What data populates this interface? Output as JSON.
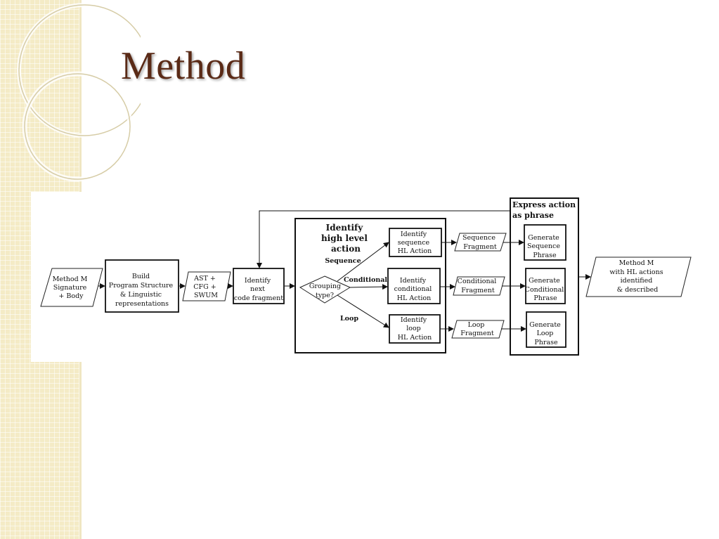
{
  "slide": {
    "title": "Method"
  },
  "diagram": {
    "input": [
      "Method M",
      "Signature",
      "+ Body"
    ],
    "build": [
      "Build",
      "Program Structure",
      "& Linguistic",
      "representations"
    ],
    "repr": [
      "AST +",
      "CFG +",
      "SWUM"
    ],
    "identify_next": [
      "Identify",
      "next",
      "code fragment"
    ],
    "group_title": [
      "Identify",
      "high level",
      "action"
    ],
    "decision": [
      "Grouping",
      "type?"
    ],
    "branch_sequence": "Sequence",
    "branch_conditional": "Conditional",
    "branch_loop": "Loop",
    "id_sequence": [
      "Identify",
      "sequence",
      "HL Action"
    ],
    "id_conditional": [
      "Identify",
      "conditional",
      "HL Action"
    ],
    "id_loop": [
      "Identify",
      "loop",
      "HL Action"
    ],
    "frag_sequence": [
      "Sequence",
      "Fragment"
    ],
    "frag_conditional": [
      "Conditional",
      "Fragment"
    ],
    "frag_loop": [
      "Loop",
      "Fragment"
    ],
    "express_title": [
      "Express action",
      "as phrase"
    ],
    "gen_sequence": [
      "Generate",
      "Sequence",
      "Phrase"
    ],
    "gen_conditional": [
      "Generate",
      "Conditional",
      "Phrase"
    ],
    "gen_loop": [
      "Generate",
      "Loop",
      "Phrase"
    ],
    "output": [
      "Method M",
      "with HL actions",
      "identified",
      "& described"
    ]
  }
}
